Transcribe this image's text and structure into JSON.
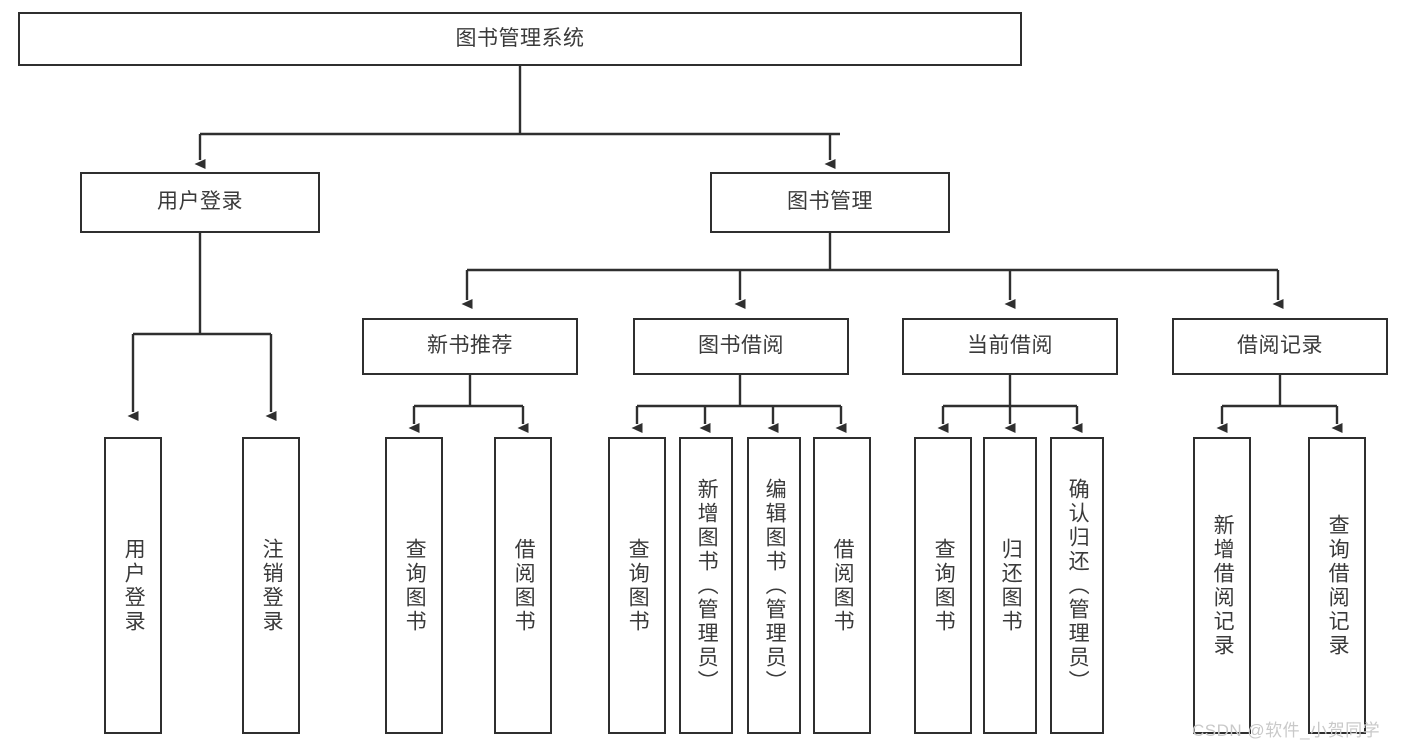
{
  "diagram": {
    "type": "tree-hierarchy",
    "title": "图书管理系统",
    "watermark": "CSDN @软件_小贺同学",
    "colors": {
      "stroke": "#2f2f2f",
      "fill": "#ffffff",
      "text": "#3a3a3a",
      "watermark": "#c9c9c9"
    },
    "levels": {
      "root": {
        "label": "图书管理系统"
      },
      "level2": [
        {
          "label": "用户登录"
        },
        {
          "label": "图书管理"
        }
      ],
      "level3": [
        {
          "label": "新书推荐"
        },
        {
          "label": "图书借阅"
        },
        {
          "label": "当前借阅"
        },
        {
          "label": "借阅记录"
        }
      ],
      "leaves": [
        {
          "label": "用户登录",
          "parent": "用户登录"
        },
        {
          "label": "注销登录",
          "parent": "用户登录"
        },
        {
          "label": "查询图书",
          "parent": "新书推荐"
        },
        {
          "label": "借阅图书",
          "parent": "新书推荐"
        },
        {
          "label": "查询图书",
          "parent": "图书借阅"
        },
        {
          "label": "新增图书（管理员）",
          "parent": "图书借阅"
        },
        {
          "label": "编辑图书（管理员）",
          "parent": "图书借阅"
        },
        {
          "label": "借阅图书",
          "parent": "图书借阅"
        },
        {
          "label": "查询图书",
          "parent": "当前借阅"
        },
        {
          "label": "归还图书",
          "parent": "当前借阅"
        },
        {
          "label": "确认归还（管理员）",
          "parent": "当前借阅"
        },
        {
          "label": "新增借阅记录",
          "parent": "借阅记录"
        },
        {
          "label": "查询借阅记录",
          "parent": "借阅记录"
        }
      ]
    }
  }
}
